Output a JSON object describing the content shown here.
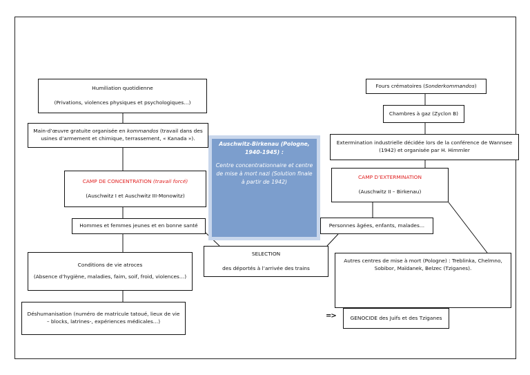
{
  "left": {
    "humiliation": {
      "title": "Humiliation quotidienne",
      "detail": "(Privations, violences physiques et psychologiques…)"
    },
    "main_oeuvre": {
      "text_before": "Main-d’œuvre gratuite organisée en ",
      "italic": "kommandos",
      "text_after": " (travail dans des usines d’armement et chimique, terrassement, « Kanada »)."
    },
    "camp_concentration": {
      "title": "CAMP DE CONCENTRATION ",
      "title_italic": "(travail forcé)",
      "detail": "(Auschwitz I et Auschwitz III-Monowitz)"
    },
    "hommes_femmes": "Hommes et femmes jeunes et en bonne santé",
    "conditions": {
      "title": "Conditions de vie atroces",
      "detail": "(Absence d’hygiène, maladies, faim, soif, froid, violences…)"
    },
    "deshumanisation": "Déshumanisation (numéro de matricule tatoué, lieux de vie – blocks, latrines-, expériences médicales…)"
  },
  "center": {
    "title": "Auschwitz-Birkenau (Pologne, 1940-1945) :",
    "subtitle": "Centre concentrationnaire et centre de mise à mort nazi (Solution finale à partir de 1942)",
    "selection_title": "SELECTION",
    "selection_detail": "des déportés à l’arrivée des trains"
  },
  "right": {
    "fours": {
      "text_before": "Fours crématoires (",
      "italic": "Sonderkommandos",
      "text_after": ")"
    },
    "chambres": "Chambres à gaz (Zyclon B)",
    "extermination": "Extermination industrielle décidée lors de la conférence de Wannsee (1942) et organisée par H. Himmler",
    "camp_extermination": {
      "title": "CAMP D’EXTERMINATION",
      "detail": "(Auschwitz II – Birkenau)"
    },
    "personnes": "Personnes âgées, enfants, malades…",
    "autres": "Autres centres de mise à mort (Pologne) : Treblinka, Chelmno, Sobibor, Maïdanek, Belzec (Tziganes).",
    "arrow": "=>",
    "genocide": "GENOCIDE des Juifs et des Tziganes"
  },
  "colors": {
    "accent_red": "#e02020",
    "center_fill": "#7c9ecd",
    "center_halo": "#c9d7ec"
  }
}
